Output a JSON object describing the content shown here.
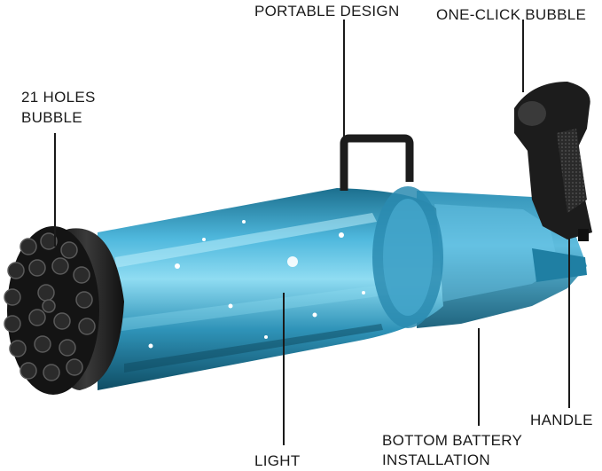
{
  "labels": {
    "portable_design": "PORTABLE DESIGN",
    "one_click_bubble": "ONE-CLICK BUBBLE",
    "holes_line1": "21 HOLES",
    "holes_line2": "BUBBLE",
    "handle": "HANDLE",
    "light": "LIGHT",
    "battery_line1": "BOTTOM BATTERY",
    "battery_line2": "INSTALLATION"
  },
  "colors": {
    "barrel_blue": "#2f93b8",
    "barrel_light": "#7fd3ee",
    "barrel_dark": "#12566f",
    "black_parts": "#1c1c1c",
    "pointer_line": "#1a1a1a"
  }
}
